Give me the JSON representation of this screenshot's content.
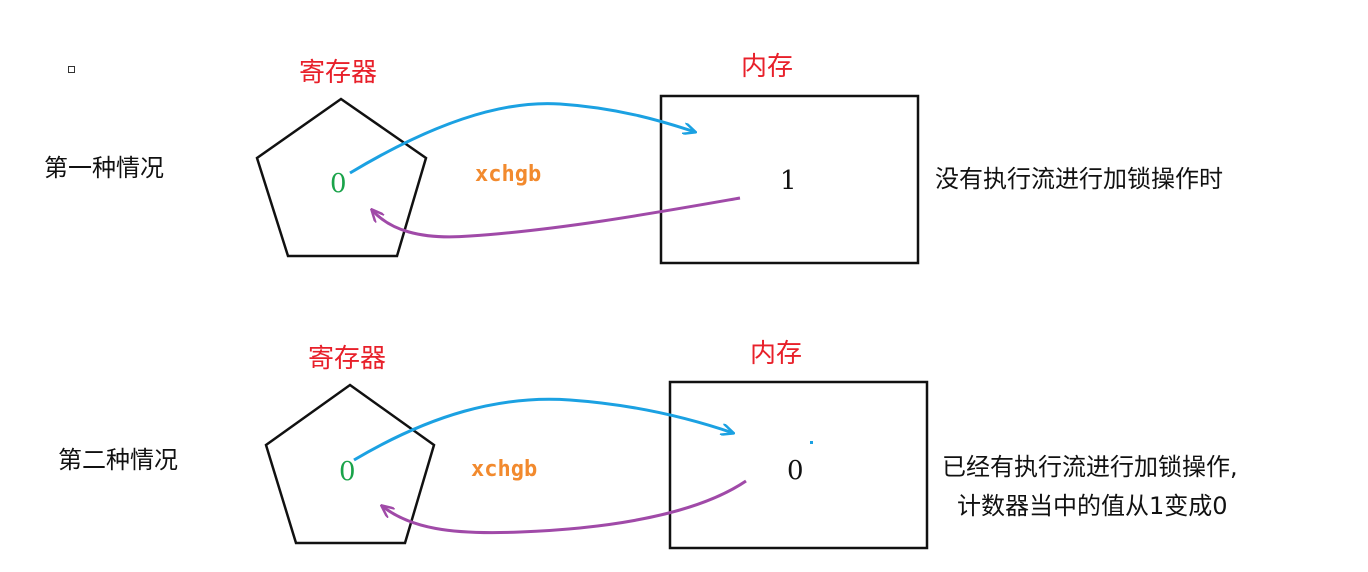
{
  "diagram": {
    "scenario1": {
      "title": "第一种情况",
      "register_label": "寄存器",
      "memory_label": "内存",
      "register_value": "0",
      "memory_value": "1",
      "instruction": "xchgb",
      "description": "没有执行流进行加锁操作时"
    },
    "scenario2": {
      "title": "第二种情况",
      "register_label": "寄存器",
      "memory_label": "内存",
      "register_value": "0",
      "memory_value": "0",
      "instruction": "xchgb",
      "description_line1": "已经有执行流进行加锁操作,",
      "description_line2": "计数器当中的值从1变成0"
    },
    "colors": {
      "label_red": "#e8202a",
      "value_green": "#1aa34a",
      "instruction_orange": "#f28a2e",
      "arrow_blue": "#1ba1e2",
      "arrow_purple": "#a04aa8"
    }
  }
}
